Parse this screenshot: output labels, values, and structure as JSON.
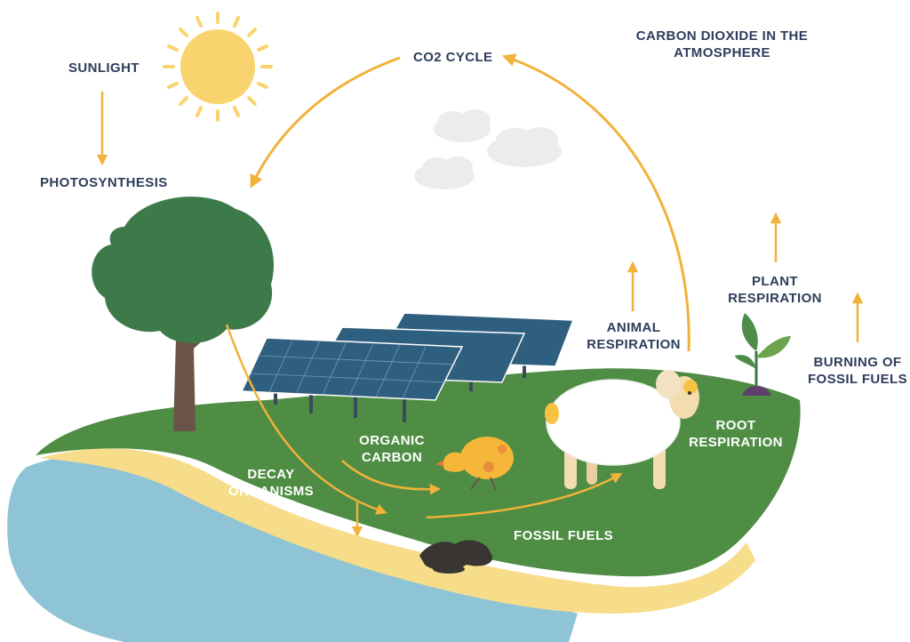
{
  "colors": {
    "label_dark": "#2e3d5c",
    "label_light": "#ffffff",
    "arrow": "#f0b23a",
    "ground": "#4e8d43",
    "water": "#8fc4d6",
    "sand": "#f7dc8a",
    "tree_canopy": "#3d7a49",
    "tree_trunk": "#6a5448",
    "solar_panel": "#2f5f7f",
    "sun": "#f9d46e"
  },
  "labels": {
    "sunlight": "SUNLIGHT",
    "photosynthesis": "PHOTOSYNTHESIS",
    "co2_cycle": "CO2 CYCLE",
    "co2_atmosphere_line1": "CARBON DIOXIDE IN THE",
    "co2_atmosphere_line2": "ATMOSPHERE",
    "plant_respiration_line1": "PLANT",
    "plant_respiration_line2": "RESPIRATION",
    "animal_respiration_line1": "ANIMAL",
    "animal_respiration_line2": "RESPIRATION",
    "burning_line1": "BURNING OF",
    "burning_line2": "FOSSIL FUELS",
    "root_respiration_line1": "ROOT",
    "root_respiration_line2": "RESPIRATION",
    "organic_carbon_line1": "ORGANIC",
    "organic_carbon_line2": "CARBON",
    "decay_line1": "DECAY",
    "decay_line2": "ORGANISMS",
    "fossil_fuels": "FOSSIL FUELS"
  },
  "icons": [
    "sun-icon",
    "cloud-icon",
    "tree-icon",
    "solar-panel-icon",
    "sheep-icon",
    "chicken-icon",
    "plant-sprout-icon",
    "oil-puddle-icon"
  ]
}
